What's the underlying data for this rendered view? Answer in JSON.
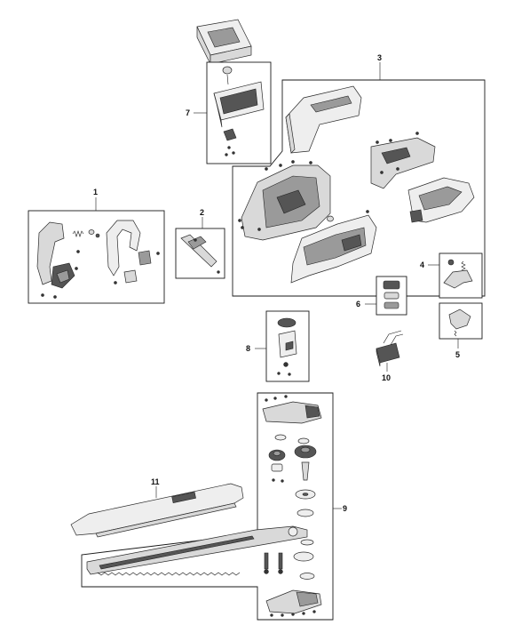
{
  "diagram": {
    "callouts": [
      {
        "id": "c1",
        "label": "1"
      },
      {
        "id": "c2",
        "label": "2"
      },
      {
        "id": "c3",
        "label": "3"
      },
      {
        "id": "c4",
        "label": "4"
      },
      {
        "id": "c5",
        "label": "5"
      },
      {
        "id": "c6",
        "label": "6"
      },
      {
        "id": "c7",
        "label": "7"
      },
      {
        "id": "c8",
        "label": "8"
      },
      {
        "id": "c9",
        "label": "9"
      },
      {
        "id": "c10",
        "label": "10"
      },
      {
        "id": "c11",
        "label": "11"
      }
    ],
    "colors": {
      "line": "#1a1a1a",
      "part_fill": "#d9d9d9",
      "dark_fill": "#555555",
      "background": "#ffffff"
    }
  }
}
